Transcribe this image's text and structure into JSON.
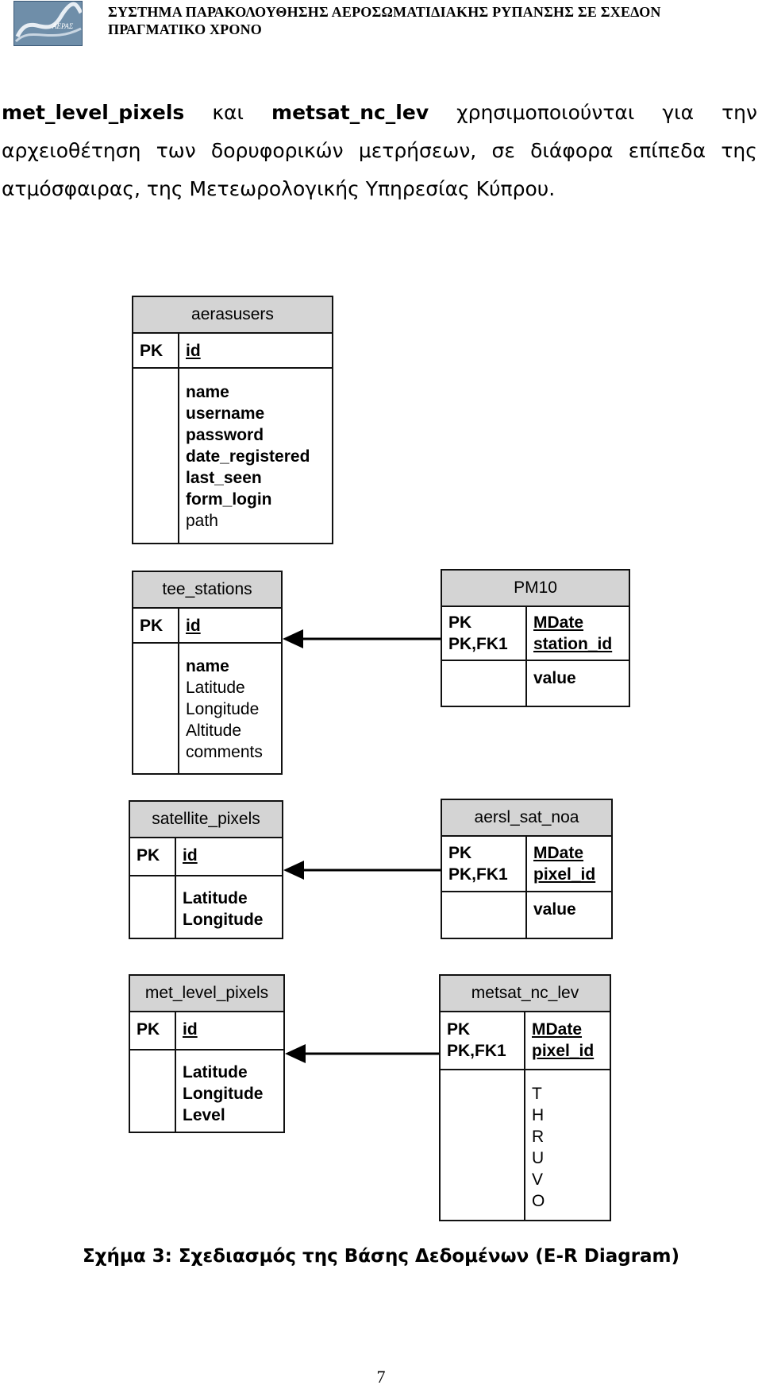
{
  "header": {
    "logo_text": "ΑΕΡΑΣ",
    "title": "ΣΥΣΤΗΜΑ ΠΑΡΑΚΟΛΟΥΘΗΣΗΣ ΑΕΡΟΣΩΜΑΤΙΔΙΑΚΗΣ ΡΥΠΑΝΣΗΣ ΣΕ ΣΧΕΔΟΝ ΠΡΑΓΜΑΤΙΚΟ ΧΡΟΝΟ"
  },
  "intro": {
    "line1": [
      "met_level_pixels",
      "και",
      "metsat_nc_lev",
      "χρησιμοποιούνται",
      "για",
      "την"
    ],
    "line2": [
      "αρχειοθέτηση",
      "των",
      "δορυφορικών",
      "μετρήσεων,",
      "σε",
      "διάφορα",
      "επίπεδα",
      "της"
    ],
    "line3": "ατμόσφαιρας, της Μετεωρολογικής Υπηρεσίας Κύπρου."
  },
  "diagram": {
    "aerasusers": {
      "name": "aerasusers",
      "pk": "PK",
      "key": "id",
      "fields": [
        "name",
        "username",
        "password",
        "date_registered",
        "last_seen",
        "form_login",
        "path"
      ]
    },
    "tee_stations": {
      "name": "tee_stations",
      "pk": "PK",
      "key": "id",
      "fields": [
        "name",
        "Latitude",
        "Longitude",
        "Altitude",
        "comments"
      ]
    },
    "pm10": {
      "name": "PM10",
      "pk1": "PK",
      "pk2": "PK,FK1",
      "key1": "MDate",
      "key2": "station_id",
      "fields": [
        "value"
      ]
    },
    "satellite_pixels": {
      "name": "satellite_pixels",
      "pk": "PK",
      "key": "id",
      "fields": [
        "Latitude",
        "Longitude"
      ]
    },
    "aersl_sat_noa": {
      "name": "aersl_sat_noa",
      "pk1": "PK",
      "pk2": "PK,FK1",
      "key1": "MDate",
      "key2": "pixel_id",
      "fields": [
        "value"
      ]
    },
    "met_level_pixels": {
      "name": "met_level_pixels",
      "pk": "PK",
      "key": "id",
      "fields": [
        "Latitude",
        "Longitude",
        "Level"
      ]
    },
    "metsat_nc_lev": {
      "name": "metsat_nc_lev",
      "pk1": "PK",
      "pk2": "PK,FK1",
      "key1": "MDate",
      "key2": "pixel_id",
      "fields": [
        "T",
        "H",
        "R",
        "U",
        "V",
        "O"
      ]
    }
  },
  "caption": "Σχήμα 3: Σχεδιασμός της Βάσης Δεδομένων (E-R Diagram)",
  "page_number": "7"
}
